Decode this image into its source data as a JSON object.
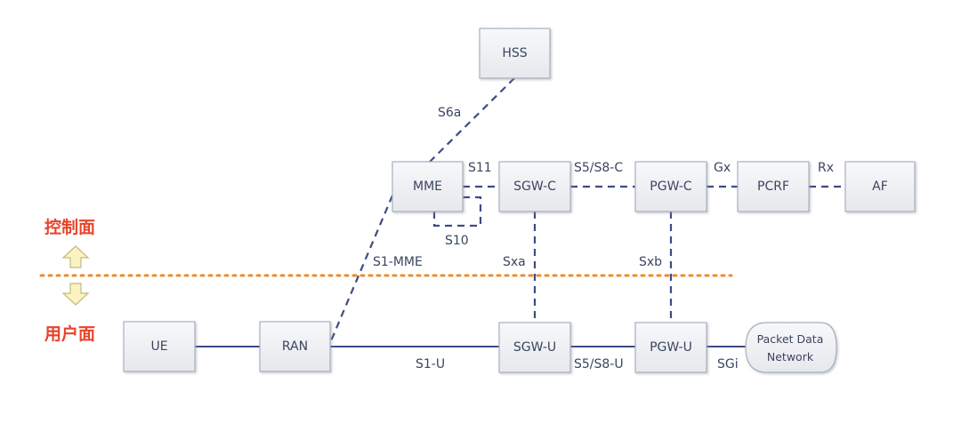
{
  "nodes": {
    "hss": "HSS",
    "mme": "MME",
    "sgw_c": "SGW-C",
    "pgw_c": "PGW-C",
    "pcrf": "PCRF",
    "af": "AF",
    "ue": "UE",
    "ran": "RAN",
    "sgw_u": "SGW-U",
    "pgw_u": "PGW-U",
    "pdn_line1": "Packet Data",
    "pdn_line2": "Network"
  },
  "interfaces": {
    "s6a": "S6a",
    "s11": "S11",
    "s5s8c": "S5/S8-C",
    "gx": "Gx",
    "rx": "Rx",
    "s10": "S10",
    "s1mme": "S1-MME",
    "sxa": "Sxa",
    "sxb": "Sxb",
    "s1u": "S1-U",
    "s5s8u": "S5/S8-U",
    "sgi": "SGi"
  },
  "planes": {
    "control": "控制面",
    "user": "用户面"
  },
  "colors": {
    "line": "#3e4b85",
    "plane_label": "#e8432a",
    "divider": "#f08a2a",
    "arrow_fill": "#fbf3c2"
  }
}
